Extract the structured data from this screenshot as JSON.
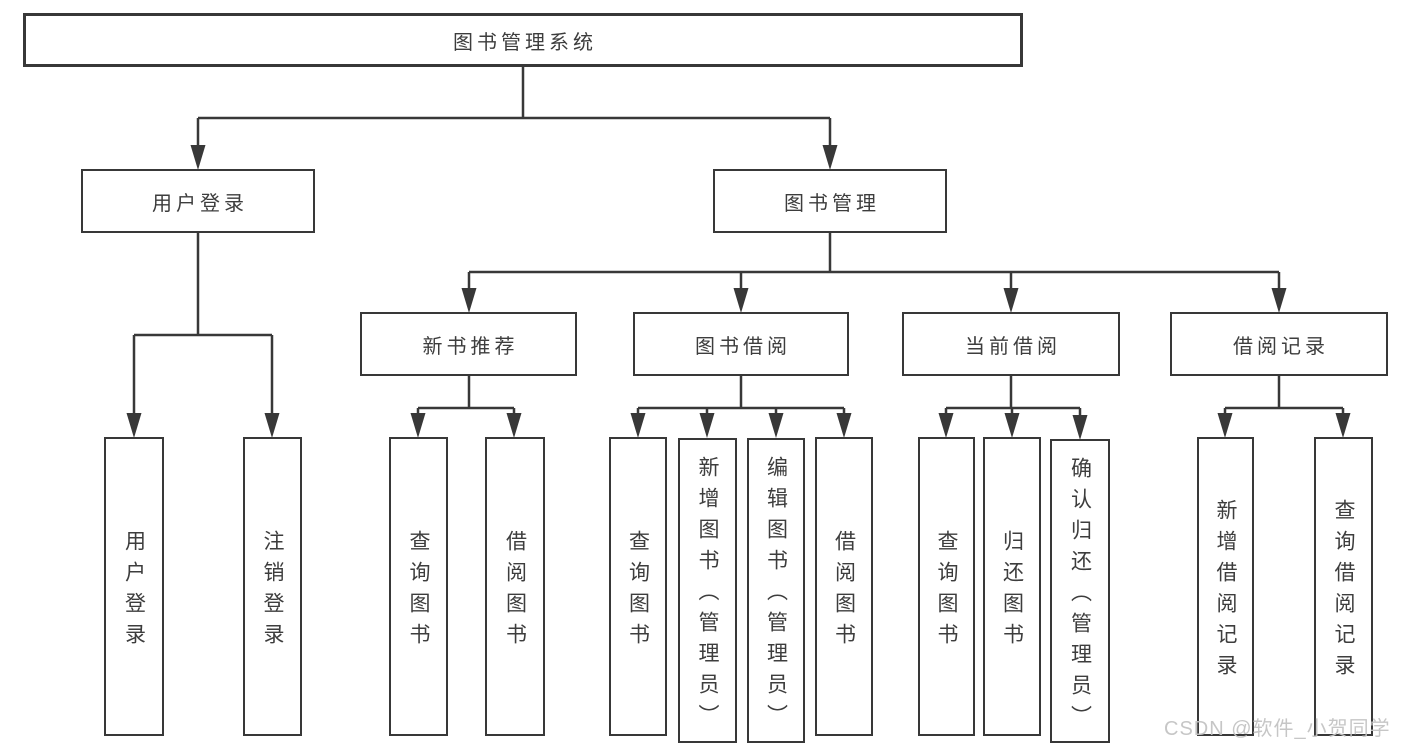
{
  "tree": {
    "label": "图书管理系统",
    "children": [
      {
        "label": "用户登录",
        "children": [
          {
            "label": "用户登录"
          },
          {
            "label": "注销登录"
          }
        ]
      },
      {
        "label": "图书管理",
        "children": [
          {
            "label": "新书推荐",
            "children": [
              {
                "label": "查询图书"
              },
              {
                "label": "借阅图书"
              }
            ]
          },
          {
            "label": "图书借阅",
            "children": [
              {
                "label": "查询图书"
              },
              {
                "label": "新增图书（管理员）"
              },
              {
                "label": "编辑图书（管理员）"
              },
              {
                "label": "借阅图书"
              }
            ]
          },
          {
            "label": "当前借阅",
            "children": [
              {
                "label": "查询图书"
              },
              {
                "label": "归还图书"
              },
              {
                "label": "确认归还（管理员）"
              }
            ]
          },
          {
            "label": "借阅记录",
            "children": [
              {
                "label": "新增借阅记录"
              },
              {
                "label": "查询借阅记录"
              }
            ]
          }
        ]
      }
    ]
  },
  "watermark": "CSDN @软件_小贺同学",
  "colors": {
    "line": "#383838",
    "text": "#3d3d3d",
    "watermark": "#c4c4c4"
  }
}
